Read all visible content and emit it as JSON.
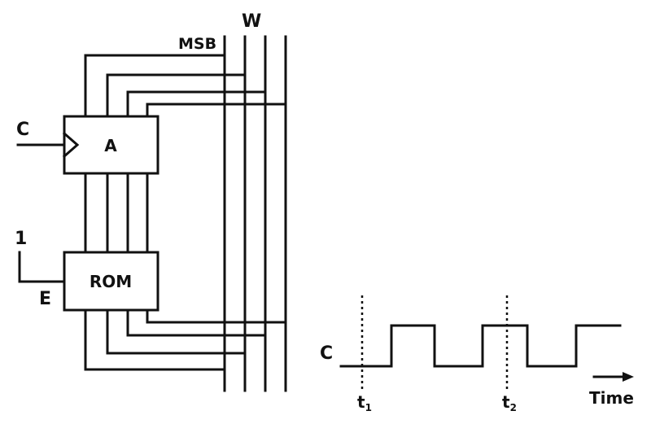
{
  "labels": {
    "bus": "W",
    "msb": "MSB",
    "register": "A",
    "rom": "ROM",
    "clock_in": "C",
    "const_in": "1",
    "enable": "E",
    "clock_wave": "C",
    "t1": "t",
    "t1_sub": "1",
    "t2": "t",
    "t2_sub": "2",
    "time": "Time"
  },
  "colors": {
    "ink": "#111111",
    "background": "#ffffff"
  }
}
